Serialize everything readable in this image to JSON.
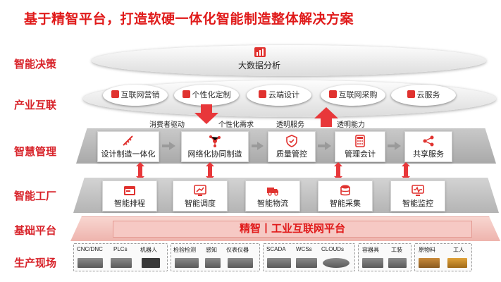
{
  "title": "基于精智平台，打造软硬一体化智能制造整体解决方案",
  "row_labels": {
    "decision": "智能决策",
    "industry": "产业互联",
    "management": "智慧管理",
    "factory": "智能工厂",
    "platform": "基础平台",
    "field": "生产现场"
  },
  "bigdata": {
    "label": "大数据分析",
    "icon": "bar-chart-icon"
  },
  "cloud_items": [
    {
      "label": "互联网营销",
      "icon": "megaphone-icon"
    },
    {
      "label": "个性化定制",
      "icon": "tools-icon"
    },
    {
      "label": "云端设计",
      "icon": "design-icon"
    },
    {
      "label": "互联网采购",
      "icon": "cart-icon"
    },
    {
      "label": "云服务",
      "icon": "cloud-icon"
    }
  ],
  "flow_labels": {
    "consumer_driven": "消费者驱动",
    "personal_demand": "个性化需求",
    "transparent_service": "透明服务",
    "transparent_capability": "透明能力"
  },
  "management_items": [
    {
      "label": "设计制造一体化",
      "icon": "ruler-icon"
    },
    {
      "label": "网络化协同制造",
      "icon": "network-icon"
    },
    {
      "label": "质量管控",
      "icon": "shield-check-icon"
    },
    {
      "label": "管理会计",
      "icon": "calculator-icon"
    },
    {
      "label": "共享服务",
      "icon": "share-icon"
    }
  ],
  "factory_items": [
    {
      "label": "智能排程",
      "icon": "schedule-icon"
    },
    {
      "label": "智能调度",
      "icon": "dispatch-icon"
    },
    {
      "label": "智能物流",
      "icon": "truck-icon"
    },
    {
      "label": "智能采集",
      "icon": "database-icon"
    },
    {
      "label": "智能监控",
      "icon": "monitor-icon"
    }
  ],
  "platform_label": "精智丨工业互联网平台",
  "field_groups": [
    {
      "labels": [
        "CNC/DNC",
        "PLCs",
        "机器人"
      ]
    },
    {
      "labels": [
        "检验检测",
        "感知",
        "仪表仪器"
      ]
    },
    {
      "labels": [
        "SCADA",
        "WCSs",
        "CLOUDs"
      ]
    },
    {
      "labels": [
        "容器具",
        "工装"
      ]
    },
    {
      "labels": [
        "原物料",
        "工人"
      ]
    }
  ],
  "colors": {
    "accent": "#e01a1a",
    "platform_fill": "#f6c9c4",
    "arrow_red": "#e8373a",
    "gray": "#9a9a9a"
  }
}
